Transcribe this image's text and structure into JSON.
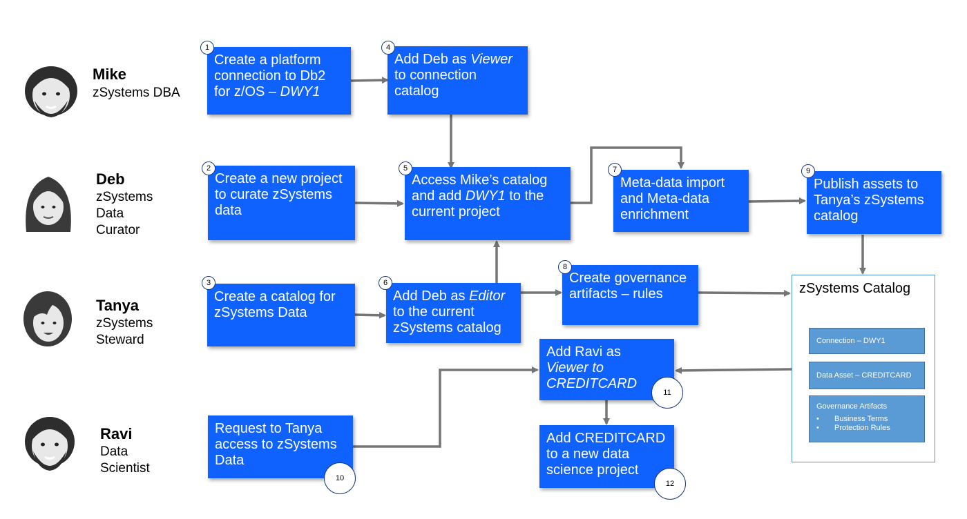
{
  "personas": [
    {
      "name": "Mike",
      "role": "zSystems DBA"
    },
    {
      "name": "Deb",
      "role": "zSystems\nData\nCurator"
    },
    {
      "name": "Tanya",
      "role": "zSystems\nSteward"
    },
    {
      "name": "Ravi",
      "role": "Data\nScientist"
    }
  ],
  "steps": {
    "s1": {
      "num": "1",
      "text": "Create a platform connection to Db2 for z/OS – ",
      "em": "DWY1"
    },
    "s2": {
      "num": "2",
      "text": "Create a new project to curate zSystems data"
    },
    "s3": {
      "num": "3",
      "text": "Create a catalog for zSystems Data"
    },
    "s4": {
      "num": "4",
      "text_a": "Add Deb as ",
      "em": "Viewer",
      "text_b": " to connection catalog"
    },
    "s5": {
      "num": "5",
      "text_a": "Access Mike’s catalog and add ",
      "em": "DWY1",
      "text_b": " to the current project"
    },
    "s6": {
      "num": "6",
      "text_a": "Add Deb as ",
      "em": "Editor",
      "text_b": " to the current zSystems  catalog"
    },
    "s7": {
      "num": "7",
      "text": "Meta-data import and Meta-data enrichment"
    },
    "s8": {
      "num": "8",
      "text": "Create governance artifacts – rules"
    },
    "s9": {
      "num": "9",
      "text": "Publish assets to Tanya’s zSystems catalog"
    },
    "s10": {
      "num": "10",
      "text": "Request to Tanya access to zSystems Data"
    },
    "s11": {
      "num": "11",
      "text": "Add Ravi as",
      "em_a": "Viewer to",
      "em_b": "CREDITCARD"
    },
    "s12": {
      "num": "12",
      "text": "Add CREDITCARD to a new data science project"
    }
  },
  "catalog": {
    "title": "zSystems Catalog",
    "items": [
      {
        "label": "Connection – DWY1"
      },
      {
        "label": "Data Asset – CREDITCARD"
      },
      {
        "label": "Governance Artifacts",
        "bullets": [
          "Business Terms",
          "Protection Rules"
        ]
      }
    ]
  },
  "colors": {
    "box": "#0f62fe",
    "arrow": "#757575",
    "catalog_item": "#5b9bd5"
  }
}
